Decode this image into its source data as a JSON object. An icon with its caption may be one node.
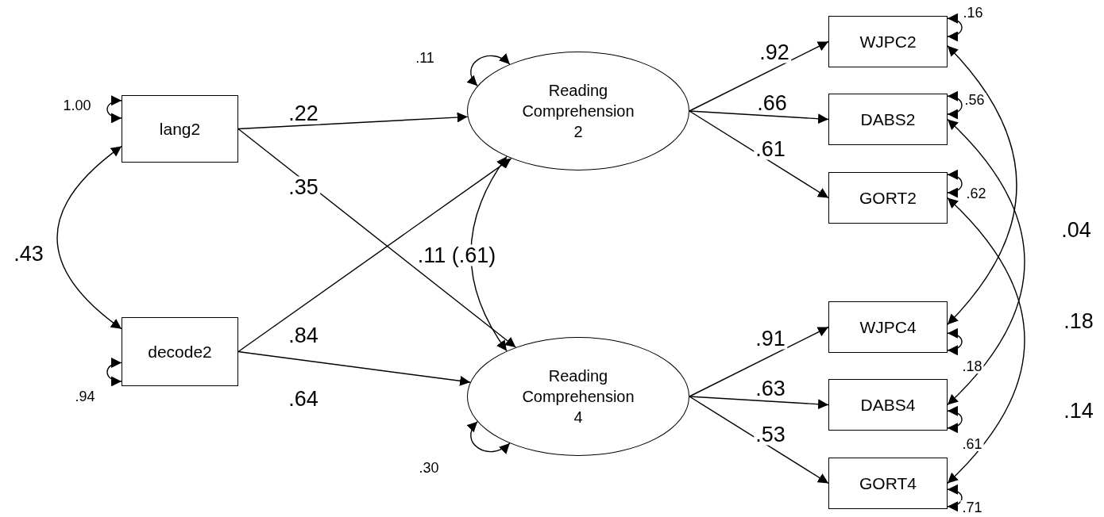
{
  "diagram": {
    "nodes": [
      {
        "text": [
          "lang2"
        ]
      },
      {
        "text": [
          "decode2"
        ]
      },
      {
        "text": [
          "Reading Comprehension 2"
        ]
      },
      {
        "text": [
          "Reading Comprehension 4"
        ]
      },
      {
        "text": [
          "WJPC2"
        ]
      },
      {
        "text": [
          "DABS2"
        ]
      },
      {
        "text": [
          "GORT2"
        ]
      },
      {
        "text": [
          "WJPC4"
        ]
      },
      {
        "text": [
          "DABS4"
        ]
      },
      {
        "text": [
          "GORT4"
        ]
      }
    ],
    "edges": [
      {
        "from": 0,
        "to": 2,
        "arrow": "to",
        "label": ".22"
      },
      {
        "from": 0,
        "to": 3,
        "arrow": "to",
        "label": ".35"
      },
      {
        "from": 1,
        "to": 2,
        "arrow": "to",
        "label": ".84"
      },
      {
        "from": 1,
        "to": 3,
        "arrow": "to",
        "label": ".64"
      },
      {
        "from": 0,
        "to": 1,
        "arrow": "both",
        "label": ".43"
      },
      {
        "from": 2,
        "to": 3,
        "arrow": "both",
        "label": ".11 (.61)"
      },
      {
        "from": 2,
        "to": 4,
        "arrow": "to",
        "label": ".92"
      },
      {
        "from": 2,
        "to": 5,
        "arrow": "to",
        "label": ".66"
      },
      {
        "from": 2,
        "to": 6,
        "arrow": "to",
        "label": ".61"
      },
      {
        "from": 3,
        "to": 7,
        "arrow": "to",
        "label": ".91"
      },
      {
        "from": 3,
        "to": 8,
        "arrow": "to",
        "label": ".63"
      },
      {
        "from": 3,
        "to": 9,
        "arrow": "to",
        "label": ".53"
      },
      {
        "from": 4,
        "to": 7,
        "arrow": "both",
        "label": ".04"
      },
      {
        "from": 5,
        "to": 8,
        "arrow": "both",
        "label": ".18"
      },
      {
        "from": 6,
        "to": 9,
        "arrow": "both",
        "label": ".14"
      },
      {
        "from": 0,
        "to": 0,
        "arrow": "both",
        "label": "1.00"
      },
      {
        "from": 1,
        "to": 1,
        "arrow": "both",
        "label": ".94"
      },
      {
        "from": 2,
        "to": 2,
        "arrow": "both",
        "label": ".11"
      },
      {
        "from": 3,
        "to": 3,
        "arrow": "both",
        "label": ".30"
      },
      {
        "from": 4,
        "to": 4,
        "arrow": "both",
        "label": ".16"
      },
      {
        "from": 5,
        "to": 5,
        "arrow": "both",
        "label": ".56"
      },
      {
        "from": 6,
        "to": 6,
        "arrow": "both",
        "label": ".62"
      },
      {
        "from": 7,
        "to": 7,
        "arrow": "both",
        "label": ".18"
      },
      {
        "from": 8,
        "to": 8,
        "arrow": "both",
        "label": ".61"
      },
      {
        "from": 9,
        "to": 9,
        "arrow": "both",
        "label": ".71"
      }
    ]
  }
}
